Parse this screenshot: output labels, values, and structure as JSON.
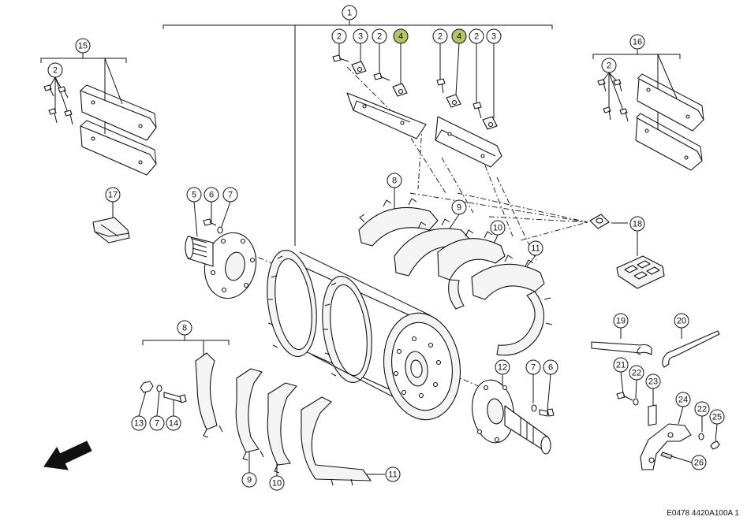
{
  "drawing_code": "E0478 4420A100A 1",
  "highlight_color": "#b7c46a",
  "callouts": [
    {
      "id": "c-1",
      "label": "1",
      "highlight": false
    },
    {
      "id": "c-2a",
      "label": "2",
      "highlight": false
    },
    {
      "id": "c-3a",
      "label": "3",
      "highlight": false
    },
    {
      "id": "c-2b",
      "label": "2",
      "highlight": false
    },
    {
      "id": "c-4a",
      "label": "4",
      "highlight": true
    },
    {
      "id": "c-2c",
      "label": "2",
      "highlight": false
    },
    {
      "id": "c-4b",
      "label": "4",
      "highlight": true
    },
    {
      "id": "c-2d",
      "label": "2",
      "highlight": false
    },
    {
      "id": "c-3b",
      "label": "3",
      "highlight": false
    },
    {
      "id": "c-15",
      "label": "15",
      "highlight": false
    },
    {
      "id": "c-2e",
      "label": "2",
      "highlight": false
    },
    {
      "id": "c-16",
      "label": "16",
      "highlight": false
    },
    {
      "id": "c-2f",
      "label": "2",
      "highlight": false
    },
    {
      "id": "c-17",
      "label": "17",
      "highlight": false
    },
    {
      "id": "c-5",
      "label": "5",
      "highlight": false
    },
    {
      "id": "c-6a",
      "label": "6",
      "highlight": false
    },
    {
      "id": "c-7a",
      "label": "7",
      "highlight": false
    },
    {
      "id": "c-8a",
      "label": "8",
      "highlight": false
    },
    {
      "id": "c-9a",
      "label": "9",
      "highlight": false
    },
    {
      "id": "c-10a",
      "label": "10",
      "highlight": false
    },
    {
      "id": "c-11a",
      "label": "11",
      "highlight": false
    },
    {
      "id": "c-18",
      "label": "18",
      "highlight": false
    },
    {
      "id": "c-8b",
      "label": "8",
      "highlight": false
    },
    {
      "id": "c-13",
      "label": "13",
      "highlight": false
    },
    {
      "id": "c-7b",
      "label": "7",
      "highlight": false
    },
    {
      "id": "c-14",
      "label": "14",
      "highlight": false
    },
    {
      "id": "c-9b",
      "label": "9",
      "highlight": false
    },
    {
      "id": "c-10b",
      "label": "10",
      "highlight": false
    },
    {
      "id": "c-11b",
      "label": "11",
      "highlight": false
    },
    {
      "id": "c-12",
      "label": "12",
      "highlight": false
    },
    {
      "id": "c-7c",
      "label": "7",
      "highlight": false
    },
    {
      "id": "c-6b",
      "label": "6",
      "highlight": false
    },
    {
      "id": "c-19",
      "label": "19",
      "highlight": false
    },
    {
      "id": "c-20",
      "label": "20",
      "highlight": false
    },
    {
      "id": "c-21",
      "label": "21",
      "highlight": false
    },
    {
      "id": "c-22a",
      "label": "22",
      "highlight": false
    },
    {
      "id": "c-23",
      "label": "23",
      "highlight": false
    },
    {
      "id": "c-24",
      "label": "24",
      "highlight": false
    },
    {
      "id": "c-22b",
      "label": "22",
      "highlight": false
    },
    {
      "id": "c-25",
      "label": "25",
      "highlight": false
    },
    {
      "id": "c-26",
      "label": "26",
      "highlight": false
    }
  ]
}
